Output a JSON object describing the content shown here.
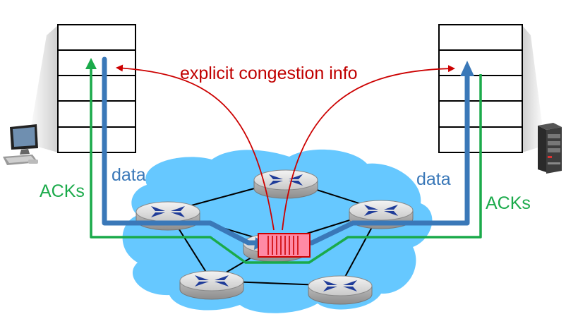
{
  "labels": {
    "explicit": "explicit congestion info",
    "data_left": "data",
    "data_right": "data",
    "acks_left": "ACKs",
    "acks_right": "ACKs"
  },
  "colors": {
    "explicit": "#cc0000",
    "data": "#3a78b8",
    "acks": "#1aaa4a",
    "cloud": "#66c8ff",
    "buffer": "#ff8aa5"
  },
  "icons": {
    "client": "desktop-computer-icon",
    "server": "server-tower-icon",
    "router": "router-icon"
  }
}
